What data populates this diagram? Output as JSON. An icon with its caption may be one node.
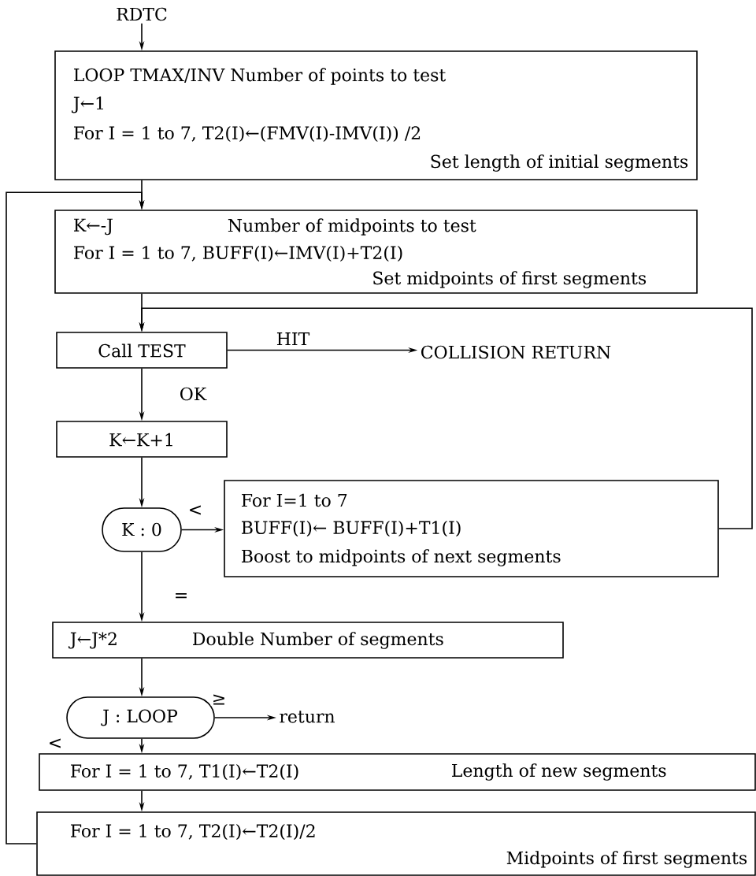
{
  "diagram": {
    "nodes": [
      {
        "text": [
          "RDTC"
        ]
      },
      {
        "text": [
          "LOOP TMAX/INV Number of points to test",
          "J←1",
          "For I = 1 to 7, T2(I)←(FMV(I)-IMV(I)) /2",
          "Set length of initial segments"
        ]
      },
      {
        "text": [
          "K←-J",
          "Number of midpoints to test",
          "For I = 1 to 7, BUFF(I)←IMV(I)+T2(I)",
          "Set midpoints of first segments"
        ]
      },
      {
        "text": [
          "Call TEST"
        ]
      },
      {
        "text": [
          "COLLISION RETURN"
        ]
      },
      {
        "text": [
          "K←K+1"
        ]
      },
      {
        "text": [
          "K : 0"
        ]
      },
      {
        "text": [
          "For I=1 to 7",
          "BUFF(I)← BUFF(I)+T1(I)",
          "Boost to midpoints of next segments"
        ]
      },
      {
        "text": [
          "J←J*2",
          "Double Number of segments"
        ]
      },
      {
        "text": [
          "J : LOOP"
        ]
      },
      {
        "text": [
          "return"
        ]
      },
      {
        "text": [
          "For I = 1 to 7, T1(I)←T2(I)",
          "Length of new segments"
        ]
      },
      {
        "text": [
          "For I = 1 to 7, T2(I)←T2(I)/2",
          "Midpoints of first segments"
        ]
      }
    ],
    "edges": [
      {
        "from": 0,
        "to": 1,
        "arrow": "to"
      },
      {
        "from": 1,
        "to": 2,
        "arrow": "to"
      },
      {
        "from": 12,
        "to": 2,
        "arrow": "to"
      },
      {
        "from": 2,
        "to": 3,
        "arrow": "to"
      },
      {
        "from": 7,
        "to": 3,
        "arrow": "to"
      },
      {
        "from": 3,
        "to": 4,
        "arrow": "to",
        "label": "HIT"
      },
      {
        "from": 3,
        "to": 5,
        "arrow": "to",
        "label": "OK"
      },
      {
        "from": 5,
        "to": 6,
        "arrow": "to"
      },
      {
        "from": 6,
        "to": 7,
        "arrow": "to",
        "label": "<"
      },
      {
        "from": 6,
        "to": 8,
        "arrow": "to",
        "label": "="
      },
      {
        "from": 8,
        "to": 9,
        "arrow": "to"
      },
      {
        "from": 9,
        "to": 10,
        "arrow": "to",
        "label": "≥"
      },
      {
        "from": 9,
        "to": 11,
        "arrow": "to",
        "label": "<"
      },
      {
        "from": 11,
        "to": 12,
        "arrow": "to"
      }
    ]
  }
}
